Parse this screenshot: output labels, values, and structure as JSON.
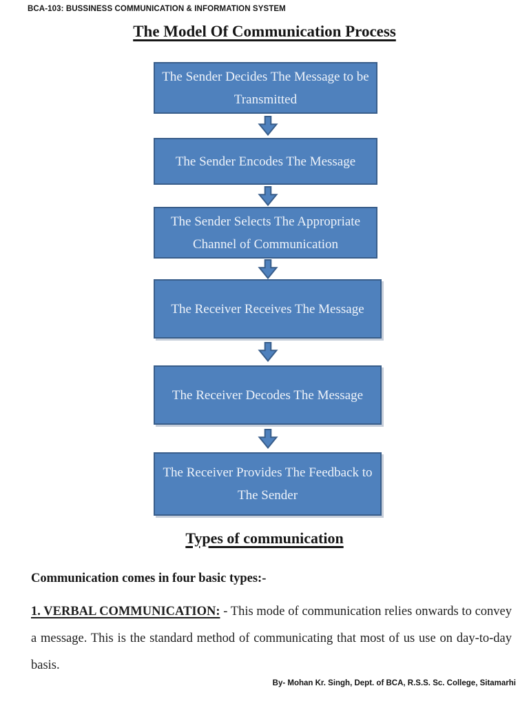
{
  "header": {
    "course": "BCA-103: BUSSINESS COMMUNICATION & INFORMATION SYSTEM",
    "title": "The Model Of Communication Process"
  },
  "flowchart": {
    "steps": [
      "The Sender Decides The Message to be Transmitted",
      "The Sender Encodes The Message",
      "The Sender Selects The Appropriate Channel of Communication",
      "The Receiver Receives The Message",
      "The Receiver Decodes The Message",
      "The Receiver Provides The Feedback to The Sender"
    ],
    "colors": {
      "box_fill": "#4f81bd",
      "box_border": "#385d8a",
      "box_text": "#eef3fa"
    }
  },
  "section": {
    "heading": "Types of communication",
    "intro": "Communication comes in four basic types:-",
    "verbal": {
      "term": "1. VERBAL COMMUNICATION:",
      "text": " - This mode of communication relies onwards to convey a message. This is the standard method of communicating that most of us use on day-to-day basis."
    }
  },
  "footer": {
    "byline": "By- Mohan Kr. Singh, Dept. of BCA, R.S.S. Sc. College, Sitamarhi"
  }
}
